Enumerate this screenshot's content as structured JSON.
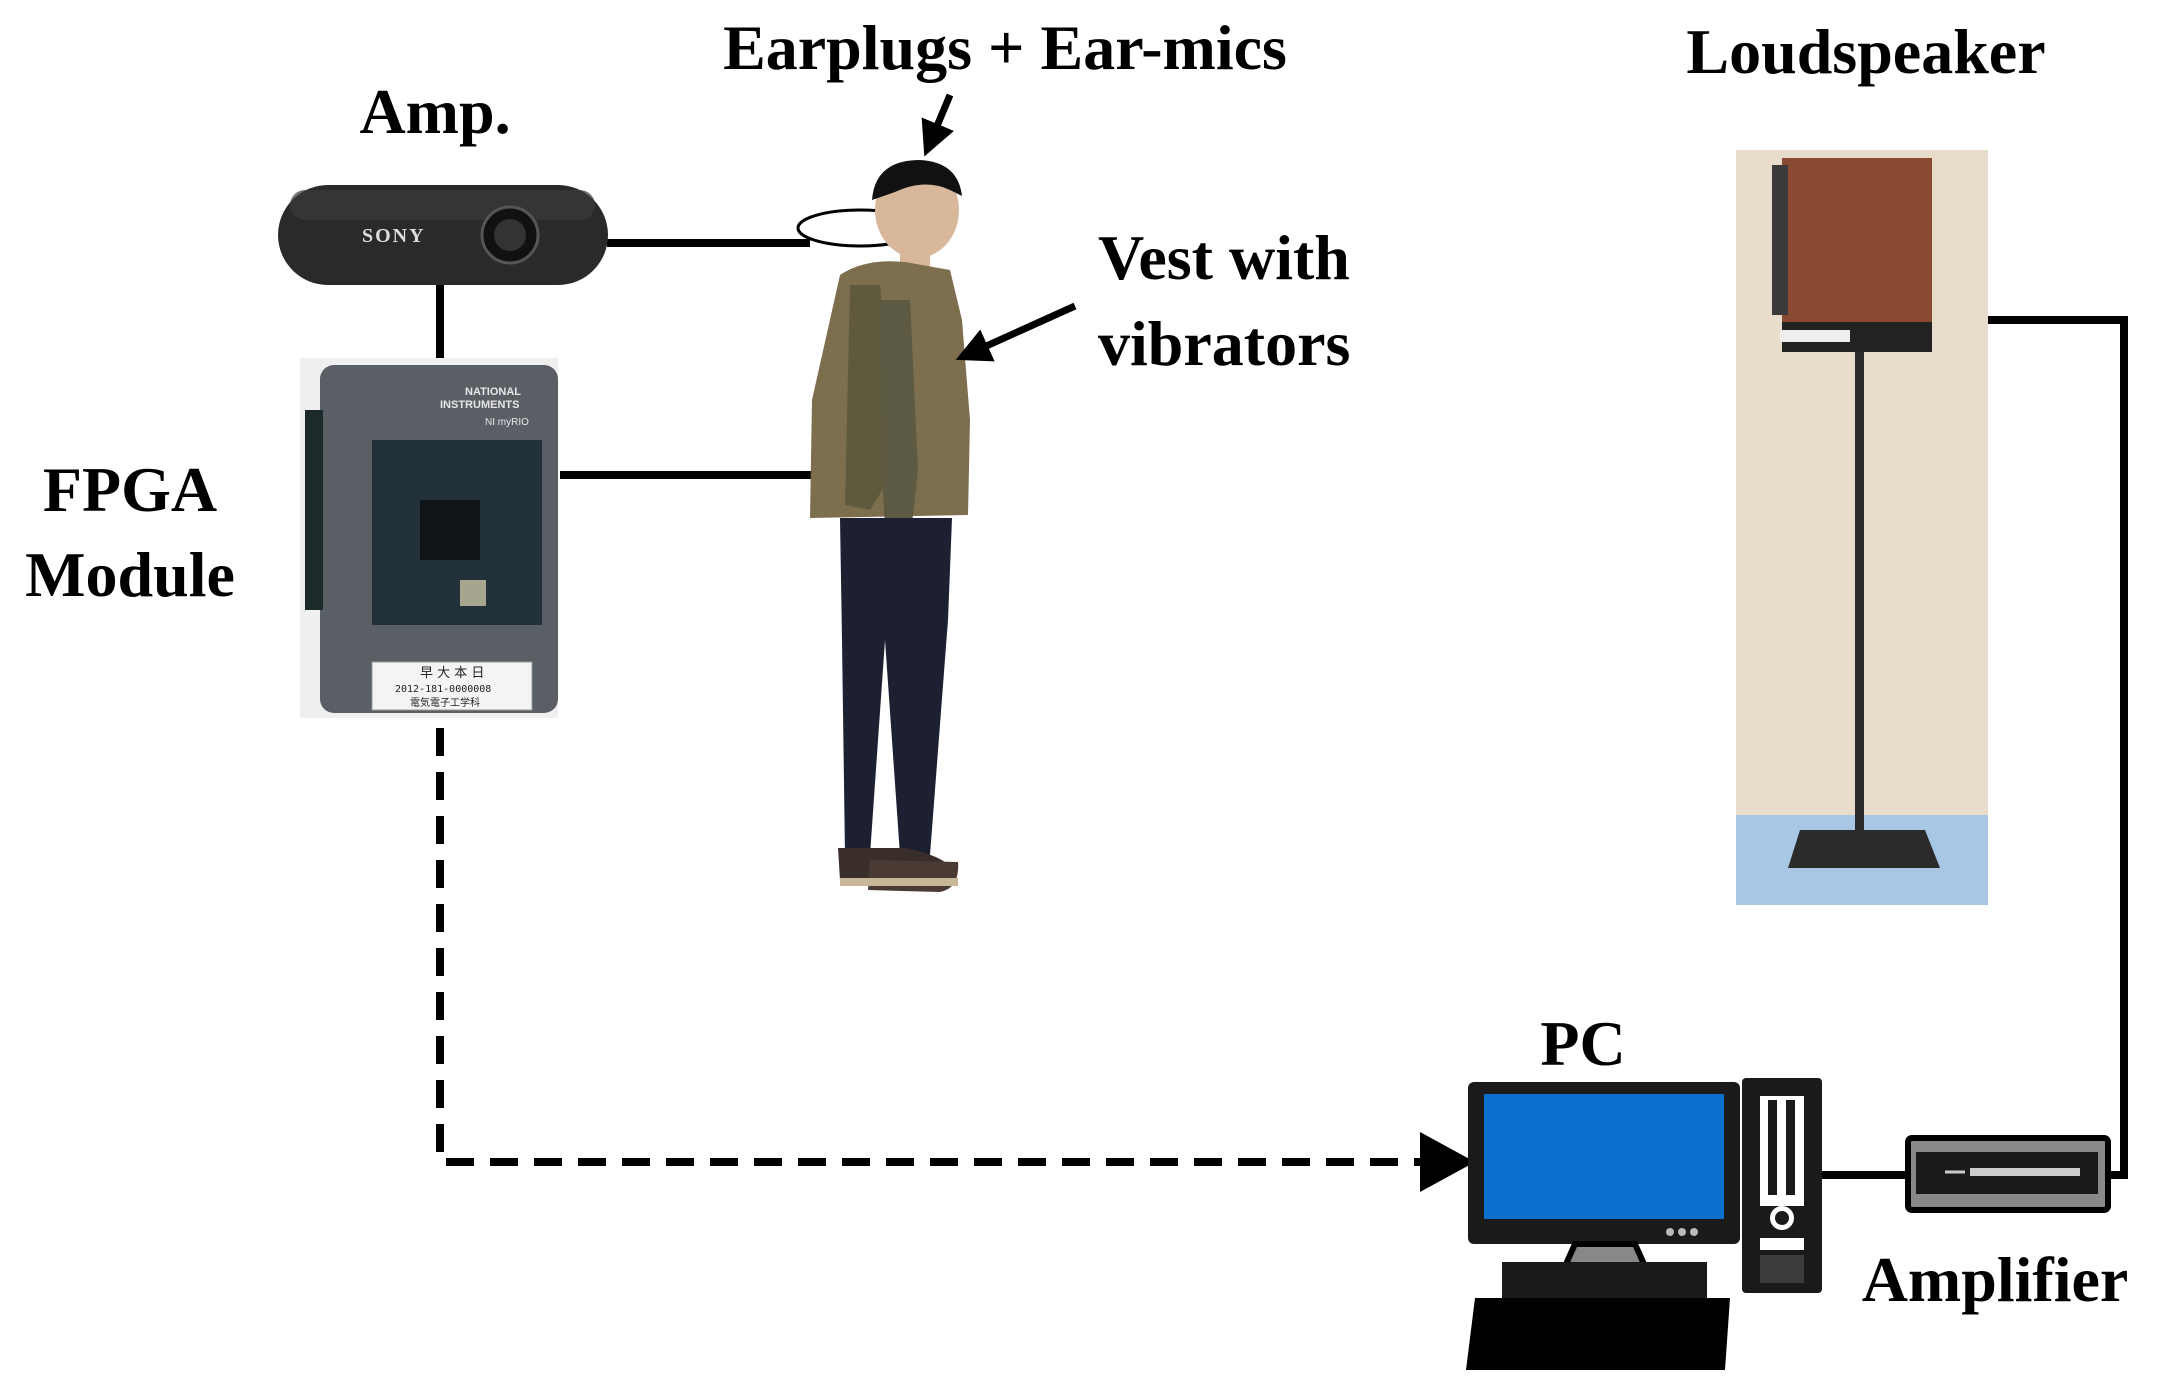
{
  "labels": {
    "earplugs": "Earplugs + Ear-mics",
    "amp": "Amp.",
    "loudspeaker": "Loudspeaker",
    "vest_line1": "Vest with",
    "vest_line2": "vibrators",
    "fpga_line1": "FPGA",
    "fpga_line2": "Module",
    "pc": "PC",
    "amplifier": "Amplifier"
  },
  "devices": {
    "amp_brand": "SONY",
    "fpga_brand_line1": "NATIONAL",
    "fpga_brand_line2": "INSTRUMENTS",
    "fpga_model": "NI myRIO",
    "fpga_sticker_line1": "早 大 本 日",
    "fpga_sticker_line2": "2012-181-0000008",
    "fpga_sticker_line3": "電気電子工学科"
  },
  "colors": {
    "screen": "#0a6fcf",
    "monitor": "#1a1a1a",
    "connector": "#000000",
    "speaker_wood": "#8a4a32",
    "wall": "#e8dccb",
    "floor": "#a7c7e4",
    "fpga_case": "#555a60",
    "jacket": "#7d6e4e",
    "pants": "#1c2030"
  },
  "icons": [
    "arrow-icon",
    "monitor-icon",
    "tower-icon",
    "amplifier-icon",
    "loudspeaker-icon"
  ]
}
